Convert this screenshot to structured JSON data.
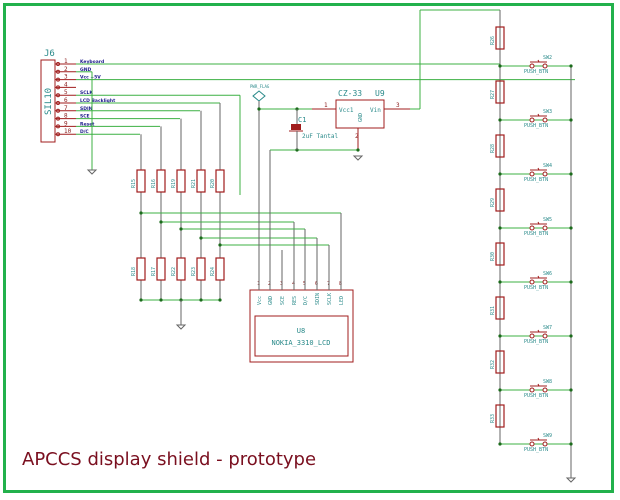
{
  "caption": "APCCS display shield - prototype",
  "colors": {
    "frame": "#22b14c",
    "wire": "#3cb043",
    "component": "#a01c1c",
    "label": "#2a8a8a",
    "netlabel": "#1a1a8a",
    "caption": "#7a0f1f"
  },
  "connector": {
    "ref": "J6",
    "value": "SIL10",
    "pins": [
      {
        "num": "1",
        "net": "Keyboard"
      },
      {
        "num": "2",
        "net": "GND"
      },
      {
        "num": "3",
        "net": "Vcc +5V"
      },
      {
        "num": "4",
        "net": ""
      },
      {
        "num": "5",
        "net": "SCLK"
      },
      {
        "num": "6",
        "net": "LCD Backlight"
      },
      {
        "num": "7",
        "net": "SDIN"
      },
      {
        "num": "8",
        "net": "SCE"
      },
      {
        "num": "9",
        "net": "Reset"
      },
      {
        "num": "10",
        "net": "D/C"
      }
    ]
  },
  "regulator": {
    "ref": "U9",
    "value": "CZ-33",
    "pins": {
      "in_label": "Vcc1",
      "out_label": "Vin",
      "gnd_label": "GND",
      "pin1": "1",
      "pin2": "2",
      "pin3": "3"
    }
  },
  "capacitor": {
    "ref": "C1",
    "value": "2uF Tantal"
  },
  "pwr_flag": "PWR_FLAG",
  "lcd": {
    "ref": "U8",
    "value": "NOKIA_3310_LCD",
    "pins": [
      "Vcc",
      "GND",
      "SCE",
      "RES",
      "D/C",
      "SDIN",
      "SCLK",
      "LED"
    ],
    "pin_numbers": [
      "1",
      "2",
      "3",
      "4",
      "5",
      "6",
      "7",
      "8"
    ]
  },
  "resistors_top": [
    "R15",
    "R16",
    "R19",
    "R21",
    "R20"
  ],
  "resistors_bottom": [
    "R18",
    "R17",
    "R22",
    "R23",
    "R24"
  ],
  "resistors_right": [
    "R26",
    "R27",
    "R28",
    "R29",
    "R30",
    "R31",
    "R32",
    "R33"
  ],
  "switches": [
    {
      "ref": "SW2",
      "value": "PUSH_BTN"
    },
    {
      "ref": "SW3",
      "value": "PUSH_BTN"
    },
    {
      "ref": "SW4",
      "value": "PUSH_BTN"
    },
    {
      "ref": "SW5",
      "value": "PUSH_BTN"
    },
    {
      "ref": "SW6",
      "value": "PUSH_BTN"
    },
    {
      "ref": "SW7",
      "value": "PUSH_BTN"
    },
    {
      "ref": "SW8",
      "value": "PUSH_BTN"
    },
    {
      "ref": "SW9",
      "value": "PUSH_BTN"
    }
  ]
}
